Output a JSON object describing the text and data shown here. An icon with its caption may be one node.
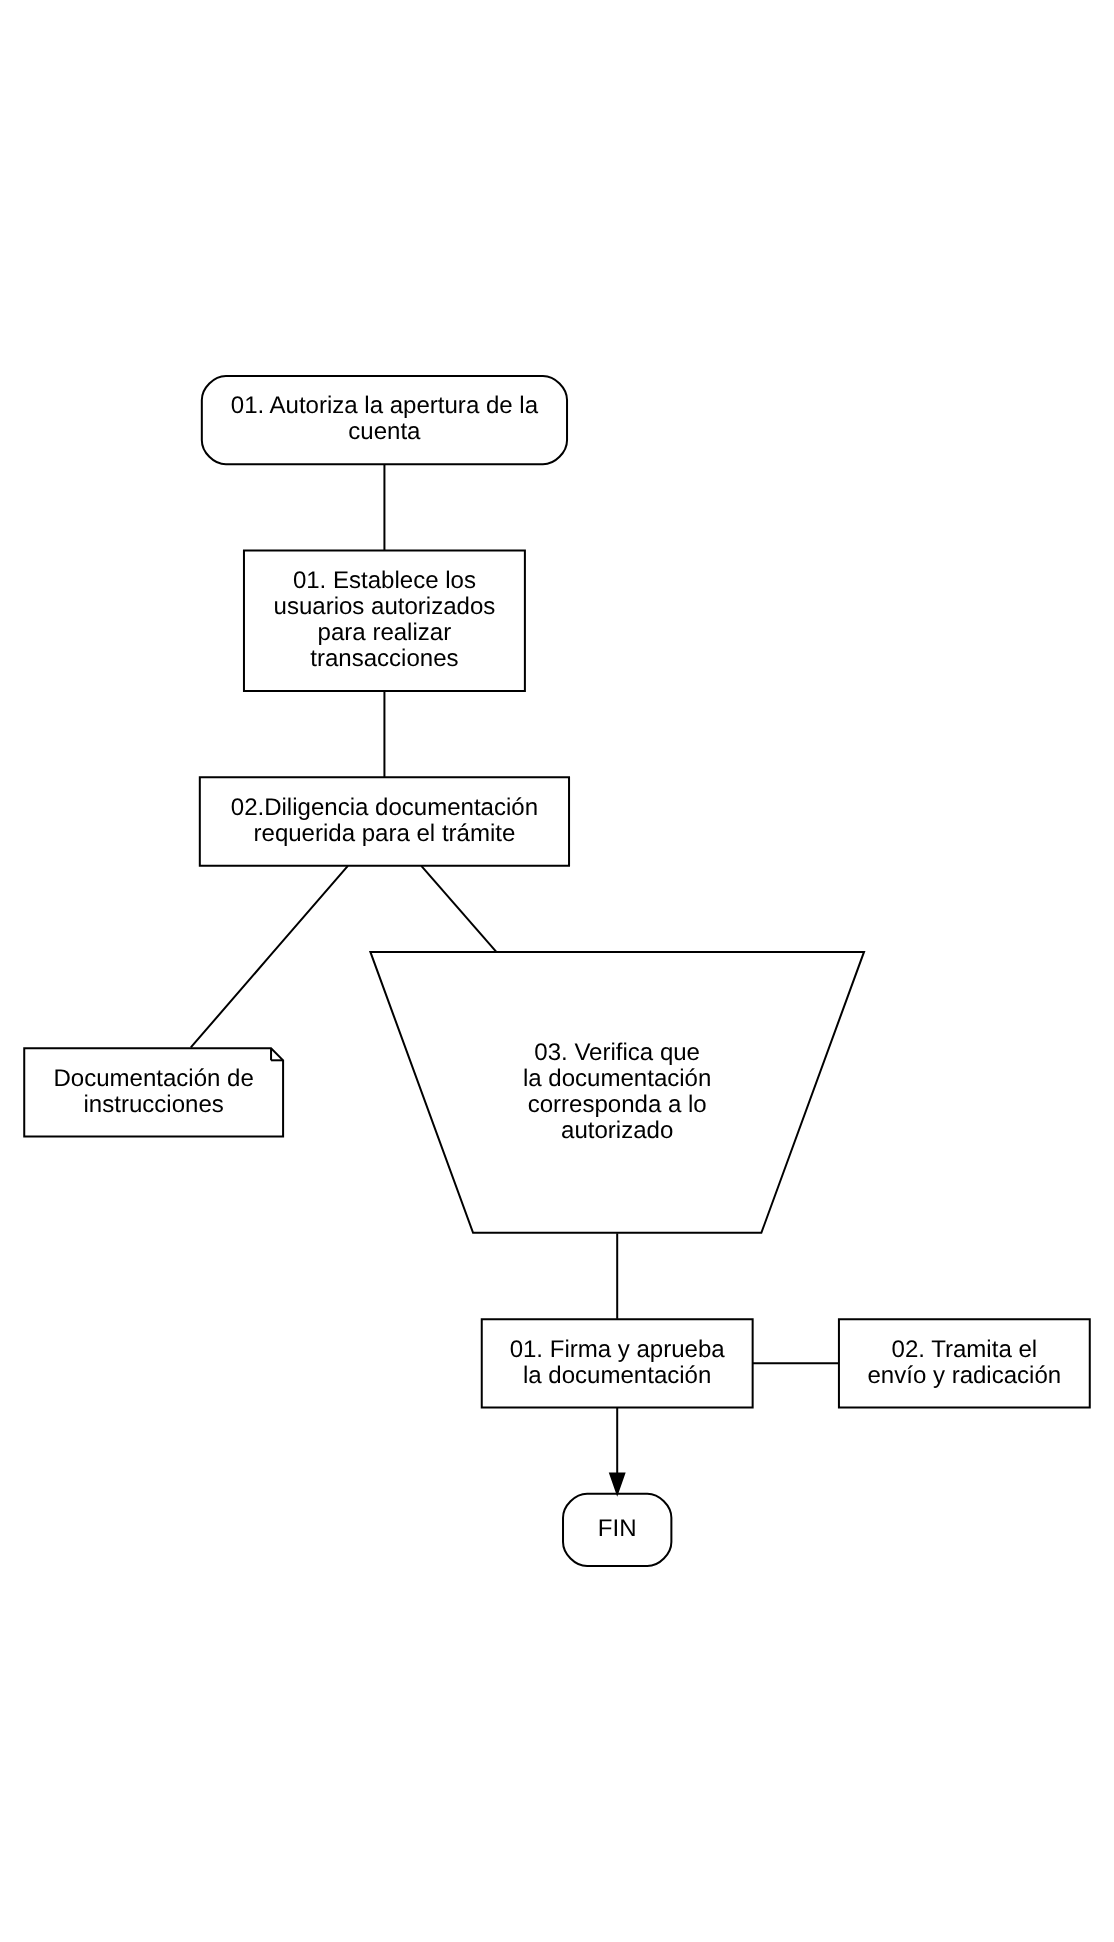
{
  "diagram": {
    "nodes": [
      {
        "text": [
          "01. Autoriza la apertura de la cuenta"
        ]
      },
      {
        "text": [
          "01. Establece los usuarios autorizados para realizar transacciones"
        ]
      },
      {
        "text": [
          "02.Diligencia documentación requerida para el trámite"
        ]
      },
      {
        "text": [
          "Documentación de instrucciones"
        ]
      },
      {
        "text": [
          "03. Verifica que la documentación corresponda a lo autorizado"
        ]
      },
      {
        "text": [
          "01. Firma y aprueba la documentación"
        ]
      },
      {
        "text": [
          "02. Tramita el envío y radicación"
        ]
      },
      {
        "text": [
          "FIN"
        ]
      }
    ],
    "edges": [
      {
        "from": 0,
        "to": 1,
        "arrow": "none"
      },
      {
        "from": 1,
        "to": 2,
        "arrow": "none"
      },
      {
        "from": 2,
        "to": 3,
        "arrow": "none"
      },
      {
        "from": 2,
        "to": 4,
        "arrow": "none"
      },
      {
        "from": 4,
        "to": 5,
        "arrow": "none"
      },
      {
        "from": 5,
        "to": 6,
        "arrow": "none"
      },
      {
        "from": 5,
        "to": 7,
        "arrow": "to"
      }
    ]
  }
}
